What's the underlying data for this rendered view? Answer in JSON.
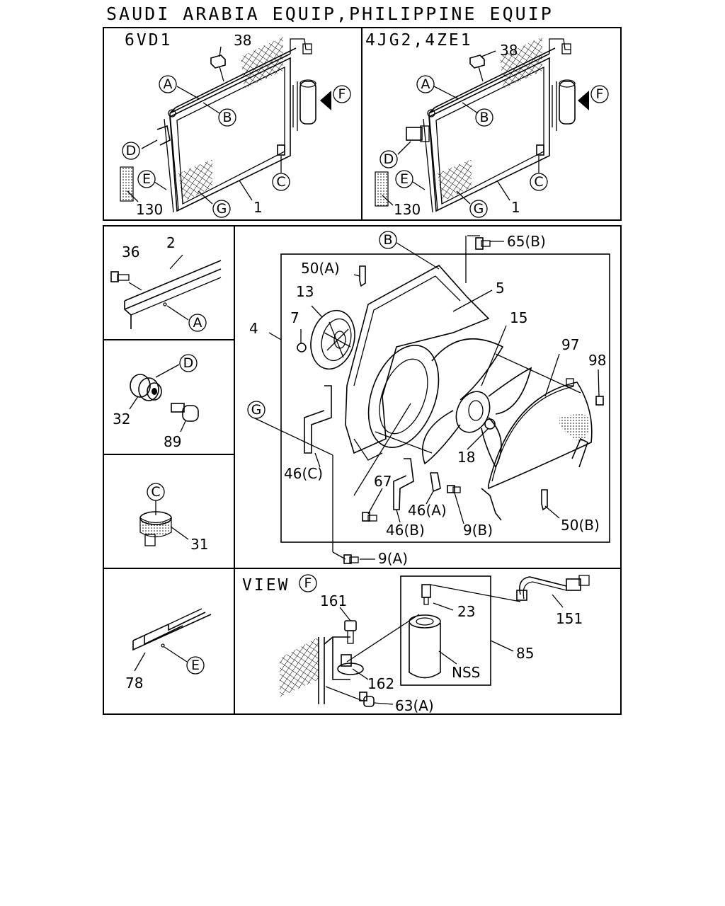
{
  "page_title": "SAUDI ARABIA EQUIP,PHILIPPINE EQUIP",
  "panels": {
    "top_left": {
      "header": "6VD1",
      "labels": {
        "n38": "38",
        "A": "A",
        "B": "B",
        "F": "F",
        "D": "D",
        "C": "C",
        "E": "E",
        "n130": "130",
        "G": "G",
        "n1": "1"
      }
    },
    "top_right": {
      "header": "4JG2,4ZE1",
      "labels": {
        "n38": "38",
        "A": "A",
        "B": "B",
        "F": "F",
        "D": "D",
        "C": "C",
        "E": "E",
        "n130": "130",
        "G": "G",
        "n1": "1"
      }
    },
    "detail_a": {
      "labels": {
        "n36": "36",
        "n2": "2",
        "A": "A"
      }
    },
    "detail_d": {
      "labels": {
        "D": "D",
        "n32": "32",
        "n89": "89"
      }
    },
    "detail_c": {
      "labels": {
        "C": "C",
        "n31": "31"
      }
    },
    "detail_e": {
      "labels": {
        "n78": "78",
        "E": "E"
      }
    },
    "fan": {
      "labels": {
        "B": "B",
        "n65B": "65(B)",
        "n50A": "50(A)",
        "n5": "5",
        "n13": "13",
        "n15": "15",
        "n7": "7",
        "n4": "4",
        "n97": "97",
        "n98": "98",
        "G": "G",
        "n18": "18",
        "n67": "67",
        "n46C": "46(C)",
        "n46A": "46(A)",
        "n46B": "46(B)",
        "n9B": "9(B)",
        "n50B": "50(B)",
        "n9A": "9(A)"
      }
    },
    "view_f": {
      "title": "VIEW",
      "title_letter": "F",
      "labels": {
        "n161": "161",
        "n23": "23",
        "n151": "151",
        "n85": "85",
        "nss": "NSS",
        "n162": "162",
        "n63A": "63(A)"
      }
    }
  }
}
